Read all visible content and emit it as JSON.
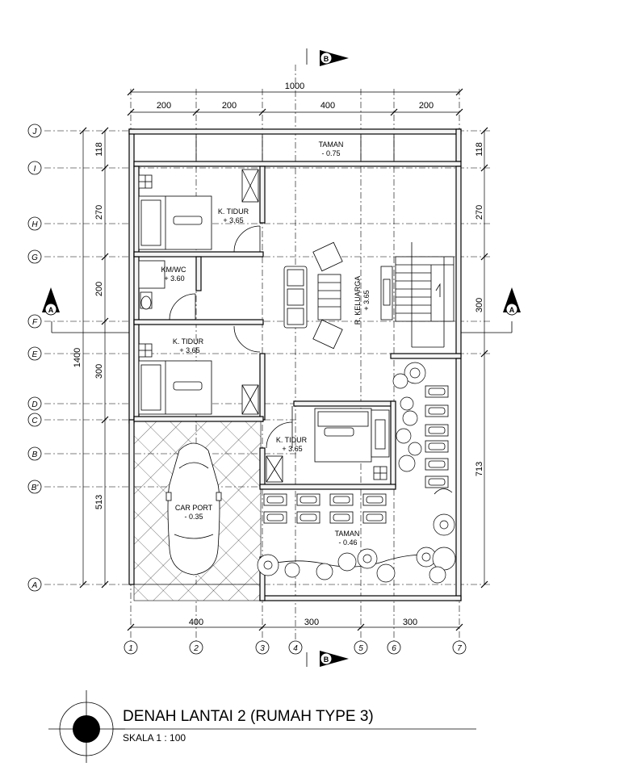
{
  "title": "DENAH LANTAI 2 (RUMAH TYPE 3)",
  "scale": "SKALA 1 : 100",
  "dimensions": {
    "total_top": "1000",
    "top_segments": [
      "200",
      "200",
      "400",
      "200"
    ],
    "bottom_segments": [
      "400",
      "300",
      "300"
    ],
    "left_total": "1400",
    "left_segments": [
      "118",
      "270",
      "200",
      "300",
      "513"
    ],
    "right_segments": [
      "118",
      "270",
      "300",
      "713"
    ]
  },
  "grid_rows": [
    "J",
    "I",
    "H",
    "G",
    "F",
    "E",
    "D",
    "C",
    "B",
    "B'",
    "A"
  ],
  "grid_cols": [
    "1",
    "2",
    "3",
    "4",
    "5",
    "6",
    "7"
  ],
  "section_marks": {
    "top": "B",
    "bottom": "B",
    "left": "A",
    "right": "A"
  },
  "rooms": {
    "taman_top": {
      "name": "TAMAN",
      "level": "- 0.75"
    },
    "bed1": {
      "name": "K. TIDUR",
      "level": "+ 3.65"
    },
    "kmwc": {
      "name": "KM/WC",
      "level": "+ 3.60"
    },
    "bed2": {
      "name": "K. TIDUR",
      "level": "+ 3.65"
    },
    "keluarga": {
      "name": "R. KELUARGA",
      "level": "+ 3.65"
    },
    "bed3": {
      "name": "K. TIDUR",
      "level": "+ 3.65"
    },
    "carport": {
      "name": "CAR PORT",
      "level": "- 0.35"
    },
    "taman_bottom": {
      "name": "TAMAN",
      "level": "- 0.46"
    }
  }
}
